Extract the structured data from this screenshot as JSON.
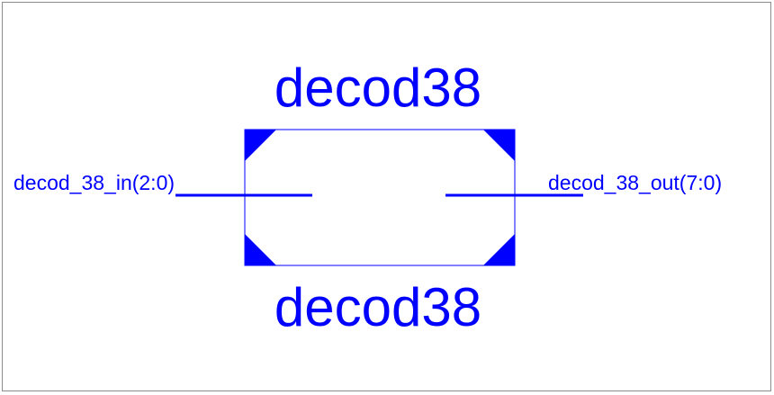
{
  "symbol": {
    "name_top": "decod38",
    "name_bottom": "decod38",
    "color": "#0000ff"
  },
  "ports": {
    "input": {
      "label": "decod_38_in(2:0)",
      "direction": "in",
      "side": "left"
    },
    "output": {
      "label": "decod_38_out(7:0)",
      "direction": "out",
      "side": "right"
    }
  }
}
